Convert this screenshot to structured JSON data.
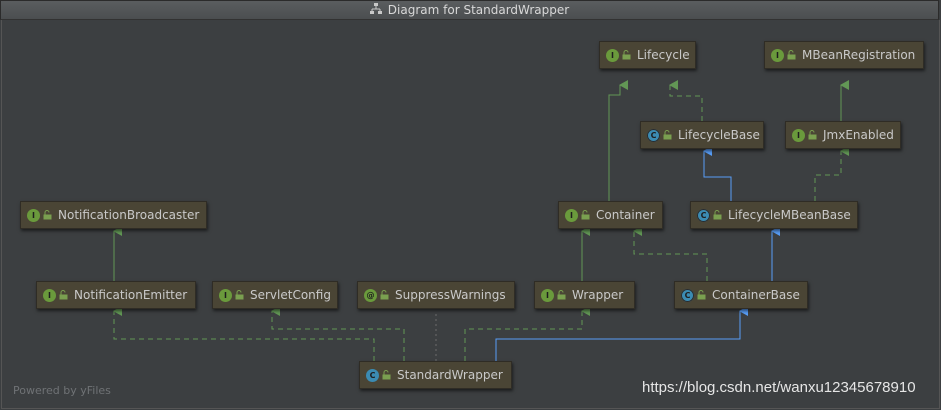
{
  "window": {
    "title": "Diagram for StandardWrapper",
    "title_icon": "hierarchy-icon"
  },
  "nodes": {
    "lifecycle": {
      "label": "Lifecycle",
      "kind": "interface"
    },
    "mbeanregistration": {
      "label": "MBeanRegistration",
      "kind": "interface"
    },
    "lifecyclebase": {
      "label": "LifecycleBase",
      "kind": "abstract-class"
    },
    "jmxenabled": {
      "label": "JmxEnabled",
      "kind": "interface"
    },
    "notificationbroadcaster": {
      "label": "NotificationBroadcaster",
      "kind": "interface"
    },
    "container": {
      "label": "Container",
      "kind": "interface"
    },
    "lifecyclembeanbase": {
      "label": "LifecycleMBeanBase",
      "kind": "abstract-class"
    },
    "notificationemitter": {
      "label": "NotificationEmitter",
      "kind": "interface"
    },
    "servletconfig": {
      "label": "ServletConfig",
      "kind": "interface"
    },
    "suppresswarnings": {
      "label": "SuppressWarnings",
      "kind": "annotation"
    },
    "wrapper": {
      "label": "Wrapper",
      "kind": "interface"
    },
    "containerbase": {
      "label": "ContainerBase",
      "kind": "abstract-class"
    },
    "standardwrapper": {
      "label": "StandardWrapper",
      "kind": "class"
    }
  },
  "badges": {
    "interface": "I",
    "class": "C",
    "abstract-class": "C",
    "annotation": "@"
  },
  "colors": {
    "extends_interface": "#629755",
    "extends_class": "#589df6",
    "implements": "#629755",
    "annotation_link": "#6b6b6b"
  },
  "footer": {
    "powered_by": "Powered by yFiles"
  },
  "watermark": "https://blog.csdn.net/wanxu12345678910"
}
